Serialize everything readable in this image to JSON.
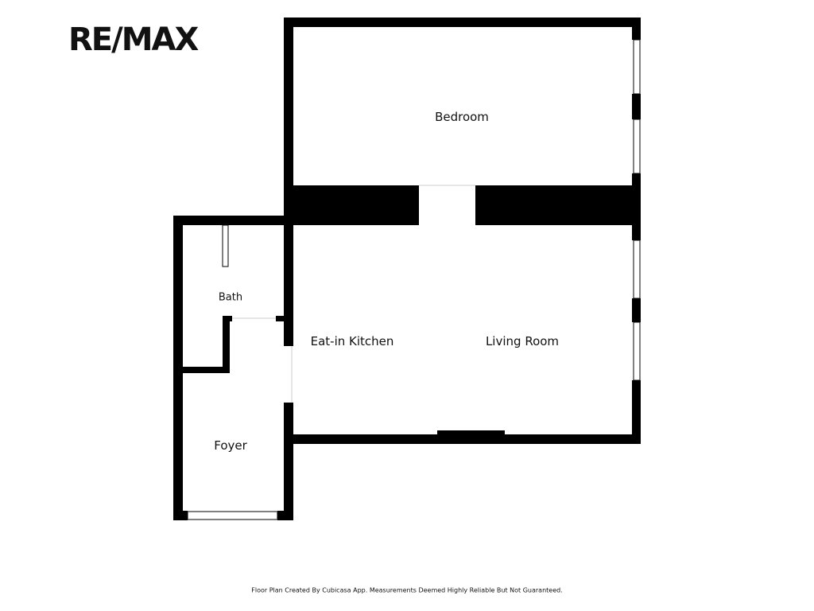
{
  "logo": {
    "text": "RE/MAX",
    "mark": "®"
  },
  "rooms": {
    "bedroom": "Bedroom",
    "bath": "Bath",
    "kitchen": "Eat-in Kitchen",
    "living": "Living Room",
    "foyer": "Foyer"
  },
  "footer": "Floor Plan Created By Cubicasa App. Measurements Deemed Highly Reliable But Not Guaranteed.",
  "colors": {
    "wall": "#000000",
    "background": "#ffffff",
    "window": "#ffffff"
  }
}
